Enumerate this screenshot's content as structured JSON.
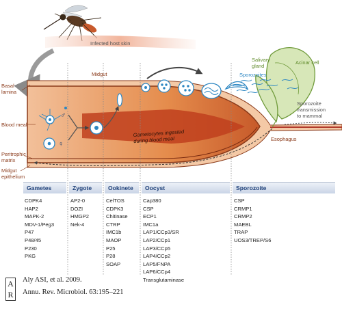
{
  "diagram": {
    "labels": {
      "infected_skin": "Infected host skin",
      "midgut": "Midgut",
      "basal_lamina": "Basal\nlamina",
      "blood_meal": "Blood meal",
      "peritrophic_matrix": "Peritrophic\nmatrix",
      "midgut_epithelium": "Midgut\nepithelium",
      "gametocytes_ingested": "Gametocytes ingested\nduring blood meal",
      "salivary_gland": "Salivary\ngland",
      "acinar_cell": "Acinar cell",
      "sporozoites": "Sporozoites",
      "sporozoite_transmission": "Sporozoite\ntransmission\nto mammal",
      "esophagus": "Esophagus",
      "male_symbol": "♂",
      "female_symbol": "♀"
    },
    "colors": {
      "gut_fill": "#e89a5c",
      "gut_core": "#c0401d",
      "epithelium": "#f4c9a6",
      "border": "#8a3a1a",
      "salivary_fill": "#d7e7b8",
      "salivary_stroke": "#6f9a3a",
      "parasite_blue": "#2b86c2",
      "header_text": "#1d3f78"
    }
  },
  "stages": [
    {
      "name": "Gametes",
      "genes": [
        "CDPK4",
        "HAP2",
        "MAPK-2",
        "MDV-1/Peg3",
        "P47",
        "P48/45",
        "P230",
        "PKG"
      ]
    },
    {
      "name": "Zygote",
      "genes": [
        "AP2-0",
        "DOZI",
        "HMGP2",
        "Nek-4"
      ]
    },
    {
      "name": "Ookinete",
      "genes": [
        "CelTOS",
        "CDPK3",
        "Chitinase",
        "CTRP",
        "IMC1b",
        "MAOP",
        "P25",
        "P28",
        "SOAP"
      ]
    },
    {
      "name": "Oocyst",
      "genes": [
        "Cap380",
        "CSP",
        "ECP1",
        "IMC1a",
        "LAP1/CCp3/SR",
        "LAP2/CCp1",
        "LAP3/CCp5",
        "LAP4/CCp2",
        "LAP5/FNPA",
        "LAP6/CCp4",
        "Transglutaminase"
      ]
    },
    {
      "name": "Sporozoite",
      "genes": [
        "CSP",
        "CRMP1",
        "CRMP2",
        "MAEBL",
        "TRAP",
        "UOS3/TREP/S6"
      ]
    }
  ],
  "citation": {
    "logo": "A\nR",
    "line1": "Aly ASI, et al. 2009.",
    "line2": "Annu. Rev. Microbiol. 63:195–221"
  }
}
